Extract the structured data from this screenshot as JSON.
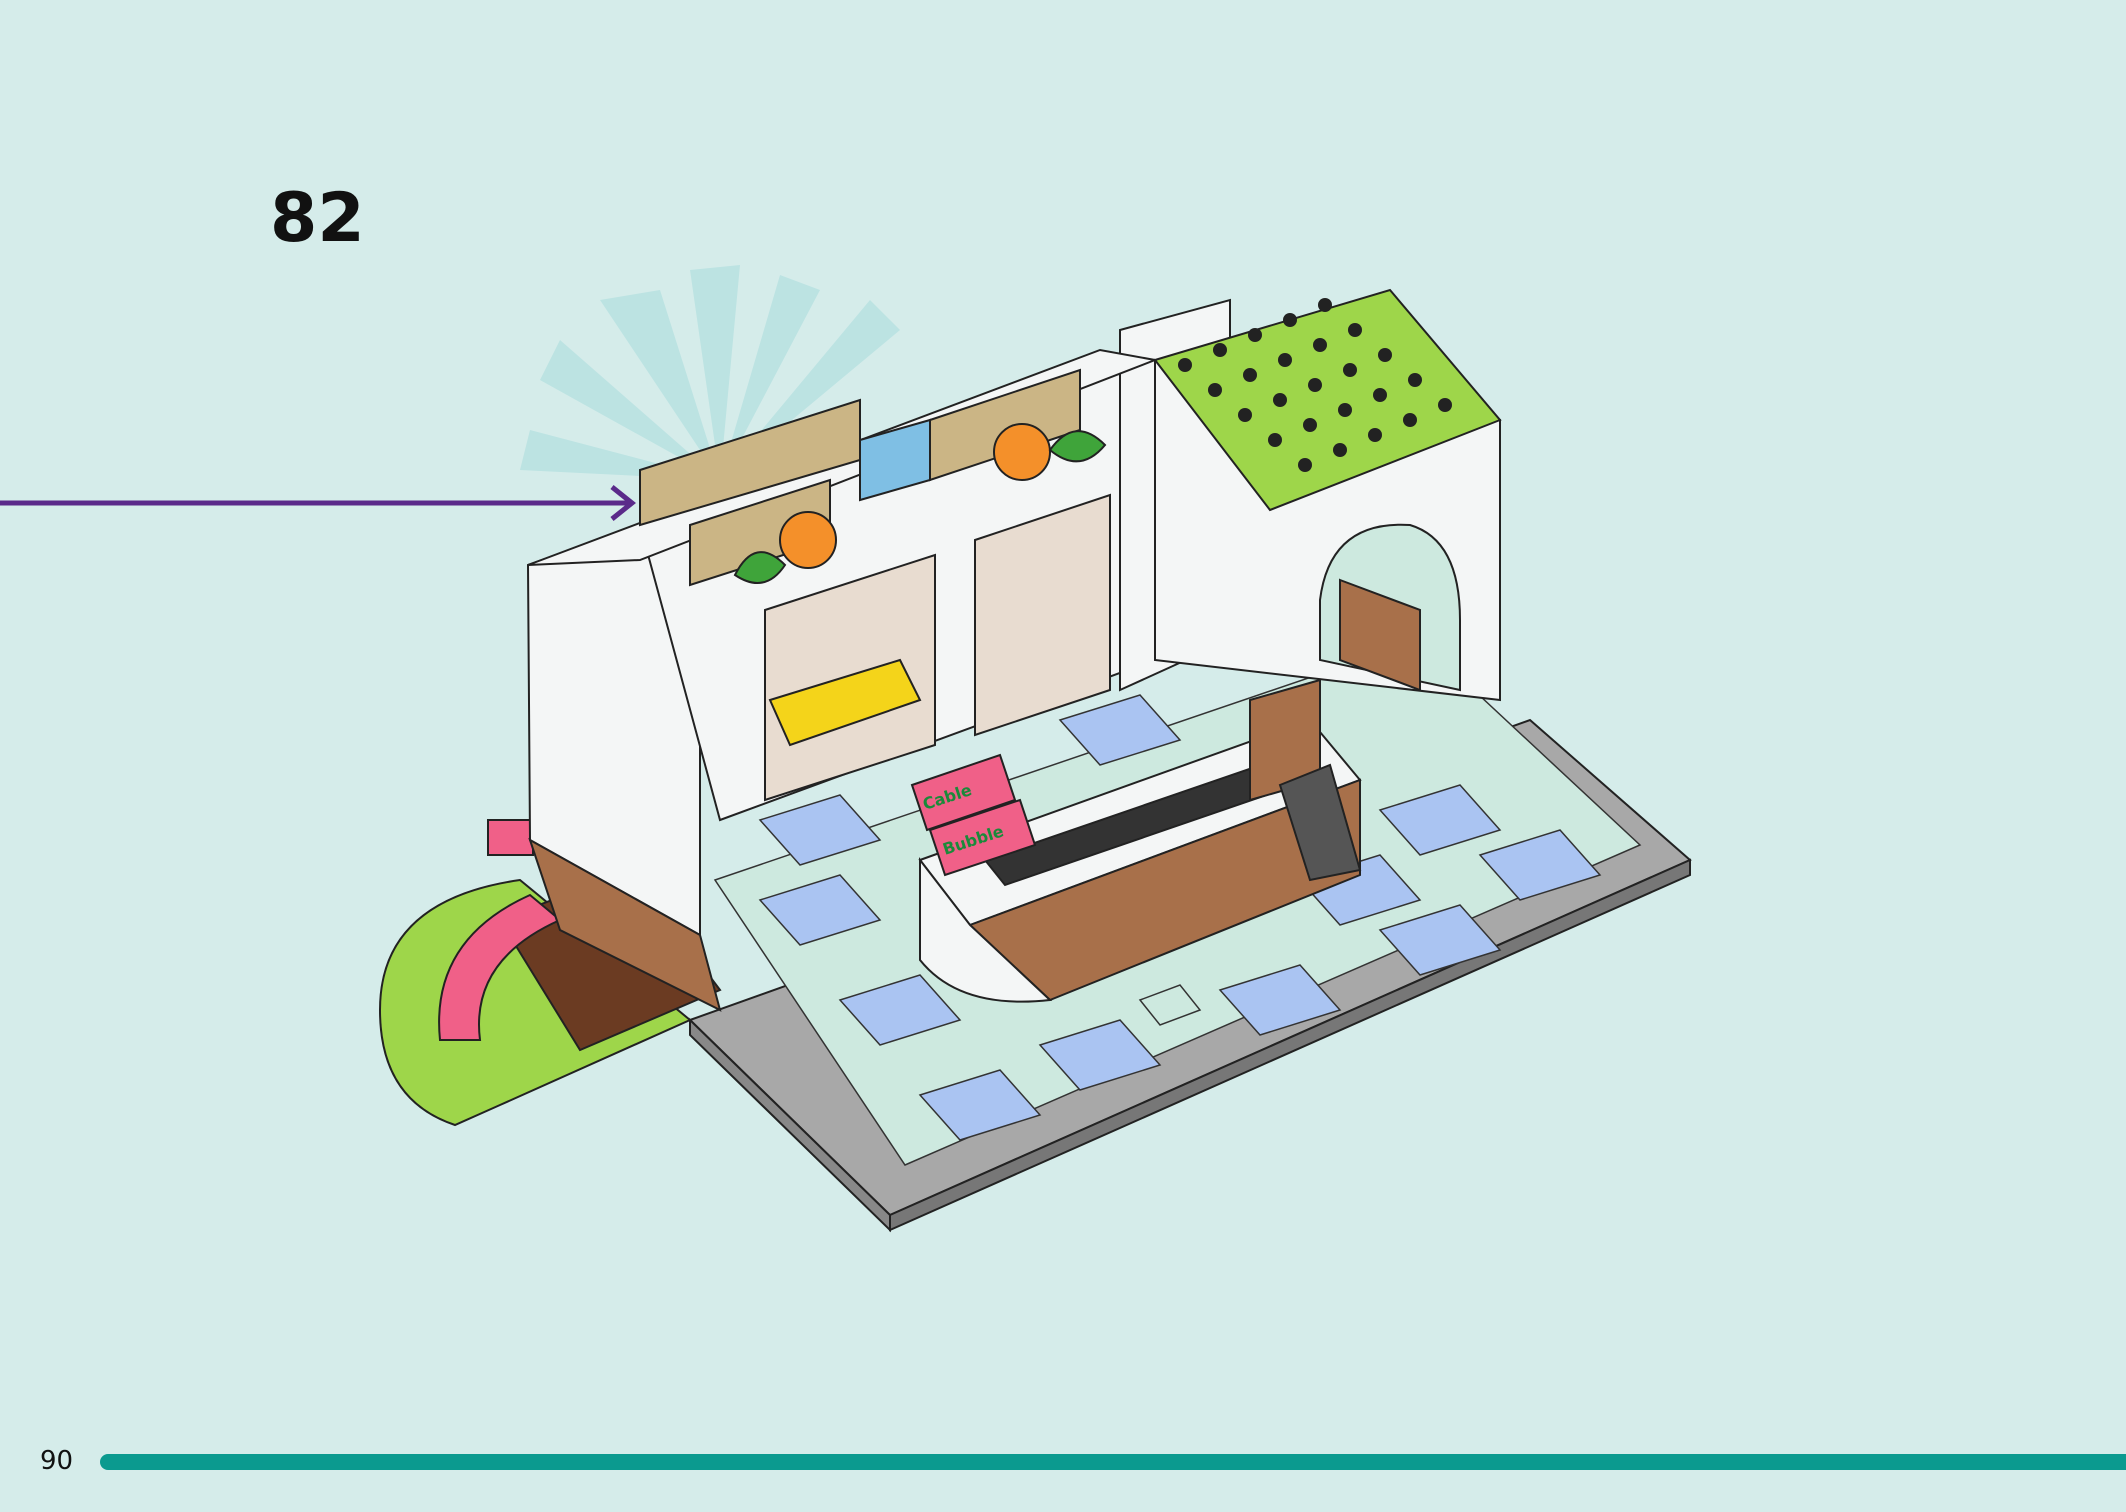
{
  "step": {
    "number": "82"
  },
  "footer": {
    "page_number": "90"
  },
  "colors": {
    "background": "#d5ecea",
    "progress": "#0b9a8f",
    "arrow": "#5a2a8a",
    "lime": "#9ed64a",
    "white_brick": "#f4f6f6",
    "tan": "#cbb585",
    "brown": "#a8704a",
    "dark_brown": "#6b3b22",
    "pink": "#f06088",
    "tile_blue": "#aac4f2",
    "tile_mint": "#cde9df",
    "gray": "#a8a8a8",
    "orange": "#f4902a",
    "leaf": "#3fa43a",
    "yellow": "#f4d41a"
  },
  "box_labels": [
    "Cable",
    "Bubble"
  ]
}
